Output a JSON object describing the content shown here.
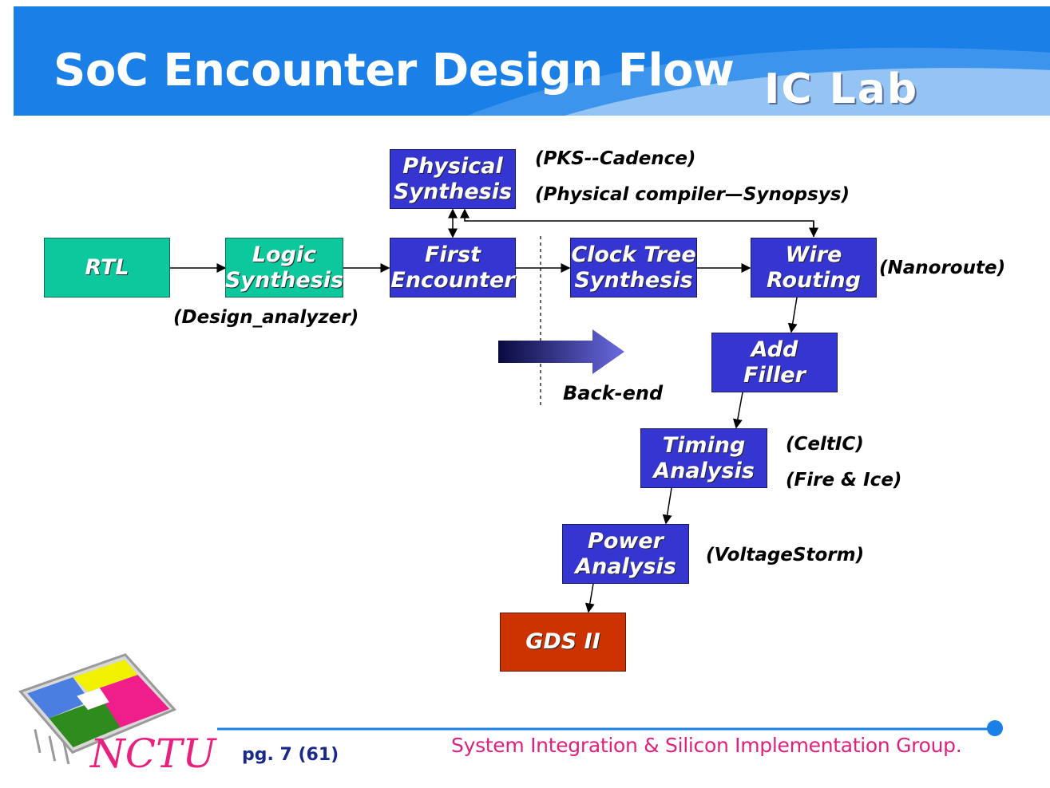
{
  "header": {
    "title": "SoC Encounter Design Flow",
    "lab": "IC Lab"
  },
  "boxes": {
    "rtl": "RTL",
    "logic_synthesis": "Logic\nSynthesis",
    "first_encounter": "First\nEncounter",
    "physical_synthesis": "Physical\nSynthesis",
    "clock_tree_synthesis": "Clock Tree\nSynthesis",
    "wire_routing": "Wire\nRouting",
    "add_filler": "Add\nFiller",
    "timing_analysis": "Timing\nAnalysis",
    "power_analysis": "Power\nAnalysis",
    "gds_ii": "GDS II"
  },
  "notes": {
    "pks": "(PKS--Cadence)",
    "physical_compiler": "(Physical compiler—Synopsys)",
    "design_analyzer": "(Design_analyzer)",
    "nanoroute": "(Nanoroute)",
    "backend": "Back-end",
    "celtic": "(CeltIC)",
    "fire_ice": "(Fire & Ice)",
    "voltagestorm": "(VoltageStorm)"
  },
  "footer": {
    "logo": "NCTU",
    "page": "pg. 7 (61)",
    "group": "System Integration & Silicon Implementation Group."
  },
  "colors": {
    "header": "#1a7fe6",
    "box_blue": "#3535d2",
    "box_green": "#0dc89c",
    "box_red": "#cc3300",
    "footer_text": "#e0207e",
    "footer_line": "#1a7fe6"
  }
}
